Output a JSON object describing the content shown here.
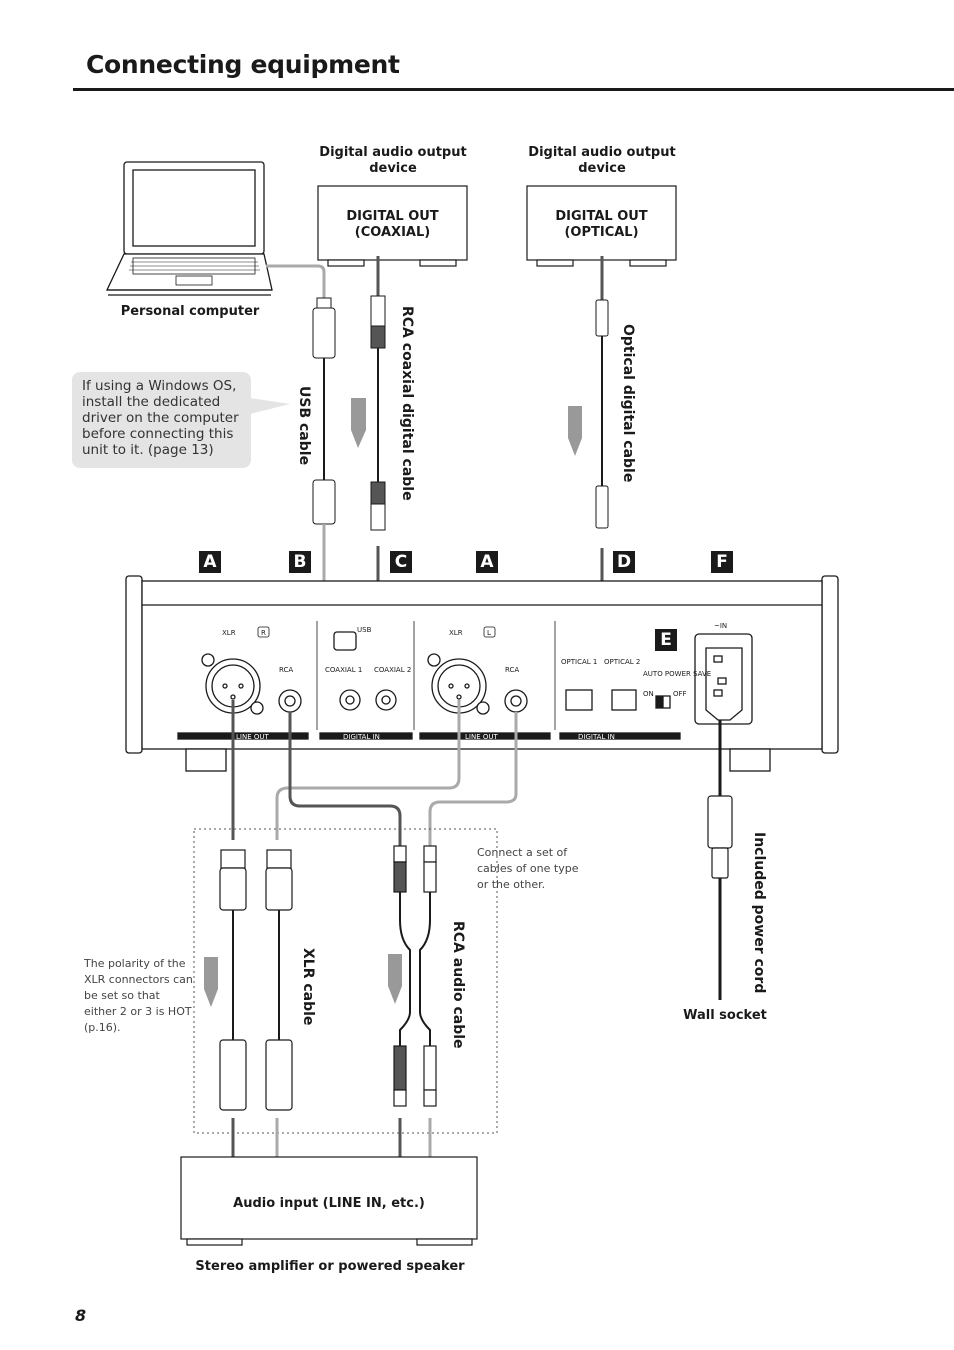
{
  "page": {
    "title": "Connecting equipment",
    "page_number": "8"
  },
  "devices": {
    "computer_label": "Personal computer",
    "coaxial_device_caption": "Digital audio output device",
    "coaxial_device_box": "DIGITAL OUT (COAXIAL)",
    "optical_device_caption": "Digital audio output device",
    "optical_device_box": "DIGITAL OUT (OPTICAL)",
    "amp_box": "Audio input (LINE IN, etc.)",
    "amp_caption": "Stereo amplifier or powered speaker",
    "wall_socket": "Wall socket"
  },
  "cables": {
    "usb": "USB cable",
    "rca_coaxial": "RCA coaxial digital cable",
    "optical": "Optical digital cable",
    "xlr": "XLR cable",
    "rca_audio": "RCA audio cable",
    "power": "Included power cord"
  },
  "notes": {
    "windows_driver": "If using a Windows OS, install the dedicated driver on the computer before connecting this unit to it. (page 13)",
    "one_type": "Connect a set of cables of one type or the other.",
    "polarity": "The polarity of the XLR connectors can be set so that either 2 or 3 is HOT (p.16)."
  },
  "panel": {
    "letters": [
      "A",
      "B",
      "C",
      "A",
      "D",
      "F",
      "E"
    ],
    "xlr_r": "XLR",
    "r_mark": "R",
    "xlr_l": "XLR",
    "l_mark": "L",
    "rca_1": "RCA",
    "rca_2": "RCA",
    "usb": "USB",
    "coaxial1": "COAXIAL 1",
    "coaxial2": "COAXIAL 2",
    "optical1": "OPTICAL 1",
    "optical2": "OPTICAL 2",
    "auto_power_save": "AUTO POWER SAVE",
    "on": "ON",
    "off": "OFF",
    "ac_in": "~IN",
    "line_out_1": "LINE OUT",
    "digital_in_1": "DIGITAL IN",
    "line_out_2": "LINE OUT",
    "digital_in_2": "DIGITAL IN"
  }
}
